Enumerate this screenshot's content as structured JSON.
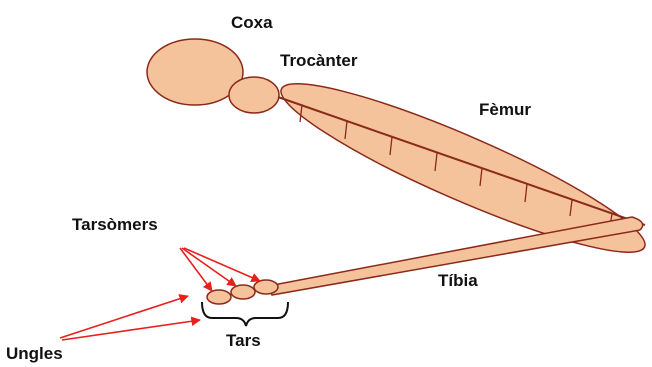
{
  "labels": {
    "coxa": "Coxa",
    "trocanter": "Trocànter",
    "femur": "Fèmur",
    "tibia": "Tíbia",
    "tarsomers": "Tarsòmers",
    "tars": "Tars",
    "ungles": "Ungles"
  },
  "colors": {
    "segment_fill": "#f4c39c",
    "segment_stroke": "#8b2a1a",
    "spine": "#8b2a1a",
    "arrow": "#e8201c",
    "text": "#111111"
  }
}
